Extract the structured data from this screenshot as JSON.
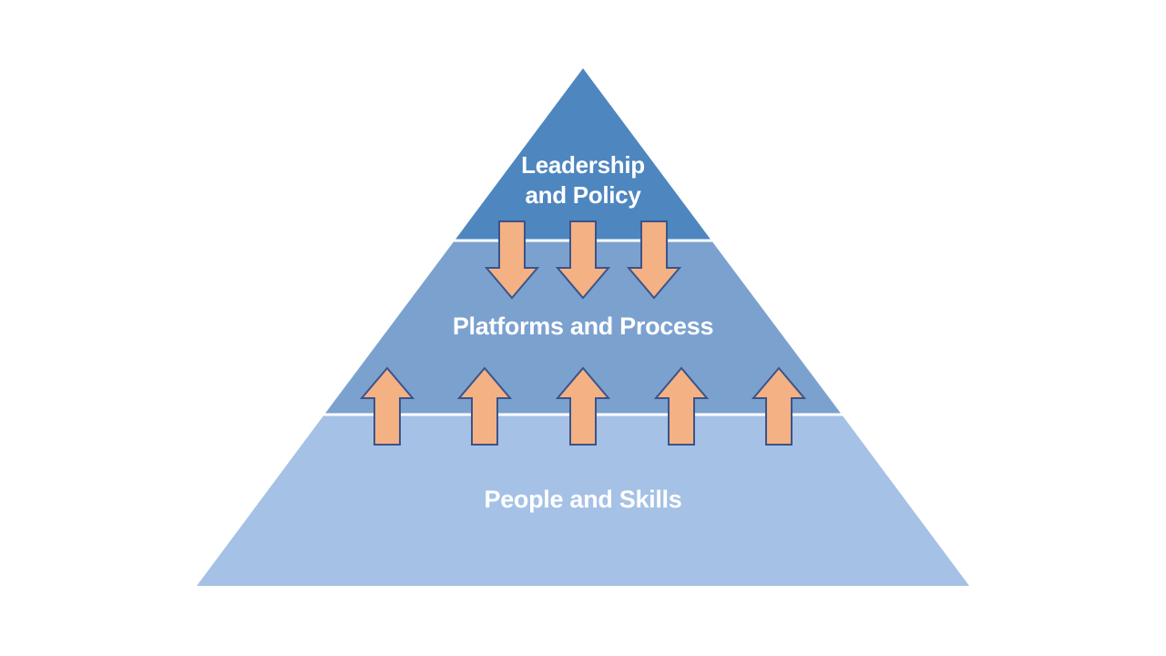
{
  "diagram": {
    "type": "pyramid",
    "background": "#FFFFFF",
    "text_color": "#FFFFFF",
    "divider_color": "#FFFFFF",
    "tiers": [
      {
        "label": "Leadership and Policy",
        "label_lines": [
          "Leadership",
          "and Policy"
        ],
        "color": "#4E86BF"
      },
      {
        "label": "Platforms and Process",
        "label_lines": [
          "Platforms and Process"
        ],
        "color": "#7BA1CF"
      },
      {
        "label": "People and Skills",
        "label_lines": [
          "People and Skills"
        ],
        "color": "#A5C1E5"
      }
    ],
    "arrows": {
      "down_count": 3,
      "up_count": 5,
      "fill": "#F4B183",
      "outline": "#3B538B"
    }
  }
}
